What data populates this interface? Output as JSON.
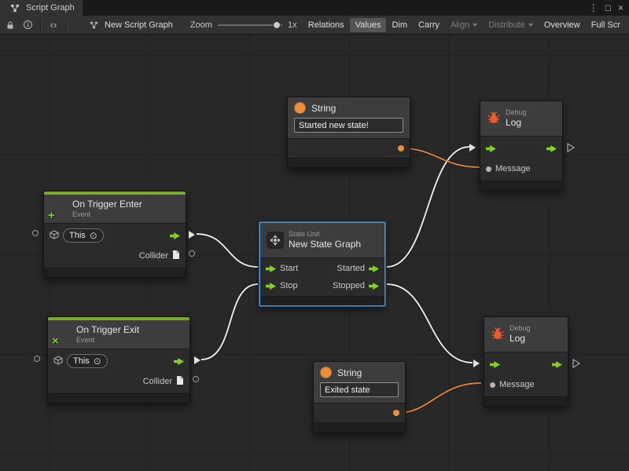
{
  "window": {
    "tab": "Script Graph",
    "menu_glyph": "⋮",
    "maximize_glyph": "□",
    "close_glyph": "×"
  },
  "toolbar": {
    "collapse_glyph": "‹›",
    "graph_name": "New Script Graph",
    "zoom_label": "Zoom",
    "zoom_value": "1x",
    "buttons": [
      {
        "label": "Relations",
        "state": "normal"
      },
      {
        "label": "Values",
        "state": "active"
      },
      {
        "label": "Dim",
        "state": "normal"
      },
      {
        "label": "Carry",
        "state": "normal"
      },
      {
        "label": "Align",
        "state": "disabled"
      },
      {
        "label": "Distribute",
        "state": "disabled"
      },
      {
        "label": "Overview",
        "state": "normal"
      },
      {
        "label": "Full Scr",
        "state": "normal"
      }
    ]
  },
  "nodes": {
    "string_top": {
      "type_label": "String",
      "value": "Started new state!"
    },
    "string_bottom": {
      "type_label": "String",
      "value": "Exited state"
    },
    "debug_top": {
      "category": "Debug",
      "title": "Log",
      "input_label": "Message"
    },
    "debug_bottom": {
      "category": "Debug",
      "title": "Log",
      "input_label": "Message"
    },
    "trigger_enter": {
      "title": "On Trigger Enter",
      "subtitle": "Event",
      "badge_glyph": "+",
      "target_value": "This",
      "target_picker_glyph": "⊙",
      "output_label": "Collider"
    },
    "trigger_exit": {
      "title": "On Trigger Exit",
      "subtitle": "Event",
      "badge_glyph": "×",
      "target_value": "This",
      "target_picker_glyph": "⊙",
      "output_label": "Collider"
    },
    "state_unit": {
      "category": "State Unit",
      "title": "New State Graph",
      "inputs": [
        "Start",
        "Stop"
      ],
      "outputs": [
        "Started",
        "Stopped"
      ]
    }
  },
  "colors": {
    "flow_green": "#7FD41F",
    "event_header_green": "#76AB2F",
    "value_orange": "#EE8D3C",
    "wire_orange": "#D8823B",
    "wire_white": "#E8E8E8",
    "selection_blue": "#3D9DEB",
    "bug_red": "#F05A28"
  }
}
